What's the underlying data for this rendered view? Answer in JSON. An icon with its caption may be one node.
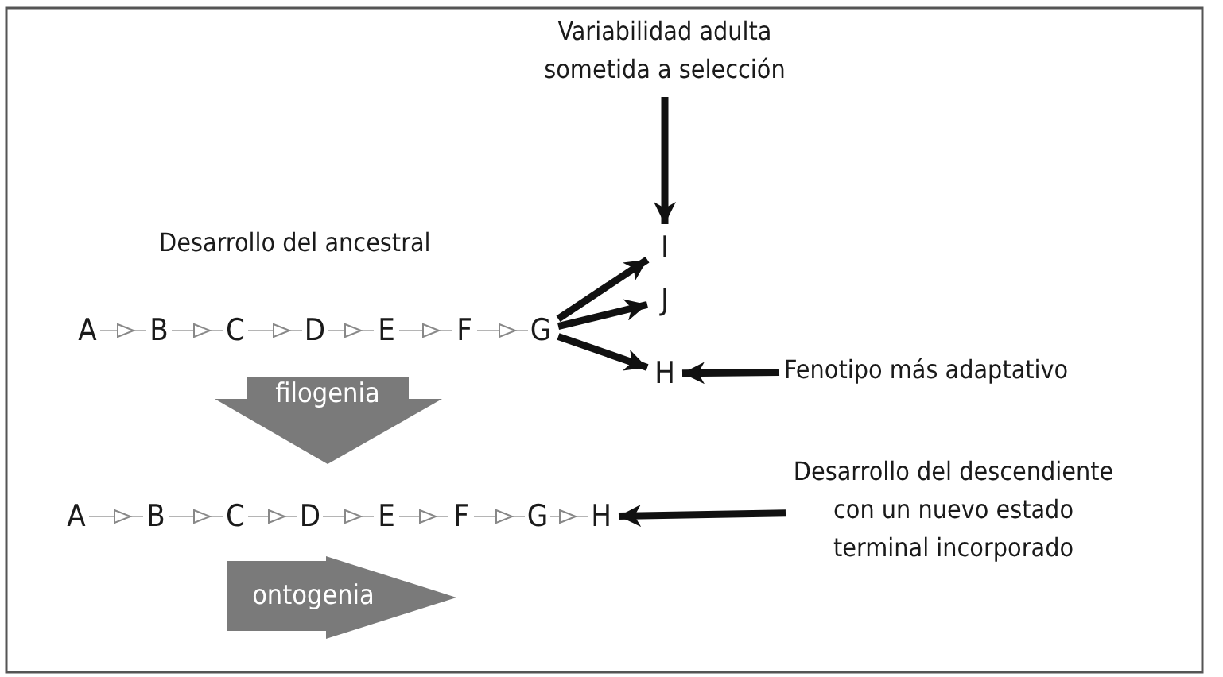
{
  "diagram": {
    "nodes": [
      {
        "text": [
          "Variabilidad adulta sometida a selección"
        ]
      },
      {
        "text": [
          "I"
        ]
      },
      {
        "text": [
          "A"
        ]
      },
      {
        "text": [
          "B"
        ]
      },
      {
        "text": [
          "C"
        ]
      },
      {
        "text": [
          "D"
        ]
      },
      {
        "text": [
          "E"
        ]
      },
      {
        "text": [
          "F"
        ]
      },
      {
        "text": [
          "G"
        ]
      },
      {
        "text": [
          "J"
        ]
      },
      {
        "text": [
          "H"
        ]
      },
      {
        "text": [
          "Fenotipo más adaptativo"
        ]
      },
      {
        "text": [
          "filogenia"
        ]
      },
      {
        "text": [
          "Desarrollo del descendiente con un nuevo estado terminal incorporado"
        ]
      },
      {
        "text": [
          "A"
        ]
      },
      {
        "text": [
          "B"
        ]
      },
      {
        "text": [
          "C"
        ]
      },
      {
        "text": [
          "D"
        ]
      },
      {
        "text": [
          "E"
        ]
      },
      {
        "text": [
          "F"
        ]
      },
      {
        "text": [
          "G"
        ]
      },
      {
        "text": [
          "H"
        ]
      },
      {
        "text": [
          "ontogenia"
        ]
      }
    ],
    "edges": [
      {
        "from": 2,
        "to": 3,
        "arrow": "to"
      },
      {
        "from": 3,
        "to": 4,
        "arrow": "to"
      },
      {
        "from": 4,
        "to": 5,
        "arrow": "to"
      },
      {
        "from": 5,
        "to": 6,
        "arrow": "to"
      },
      {
        "from": 6,
        "to": 7,
        "arrow": "to"
      },
      {
        "from": 7,
        "to": 8,
        "arrow": "to"
      },
      {
        "from": 0,
        "to": 1,
        "arrow": "to",
        "style": "thick",
        "color": "#111111"
      },
      {
        "from": 8,
        "to": 1,
        "arrow": "to",
        "style": "thick",
        "color": "#111111"
      },
      {
        "from": 8,
        "to": 9,
        "arrow": "to",
        "style": "thick",
        "color": "#111111"
      },
      {
        "from": 8,
        "to": 10,
        "arrow": "to",
        "style": "thick",
        "color": "#111111"
      },
      {
        "from": 11,
        "to": 10,
        "arrow": "to",
        "style": "thick",
        "color": "#111111"
      },
      {
        "from": 14,
        "to": 15,
        "arrow": "to"
      },
      {
        "from": 15,
        "to": 16,
        "arrow": "to"
      },
      {
        "from": 16,
        "to": 17,
        "arrow": "to"
      },
      {
        "from": 17,
        "to": 18,
        "arrow": "to"
      },
      {
        "from": 18,
        "to": 19,
        "arrow": "to"
      },
      {
        "from": 19,
        "to": 20,
        "arrow": "to"
      },
      {
        "from": 20,
        "to": 21,
        "arrow": "to"
      },
      {
        "from": 13,
        "to": 21,
        "arrow": "to",
        "style": "thick",
        "color": "#111111"
      }
    ],
    "labels": [
      "Desarrollo del ancestral"
    ]
  }
}
